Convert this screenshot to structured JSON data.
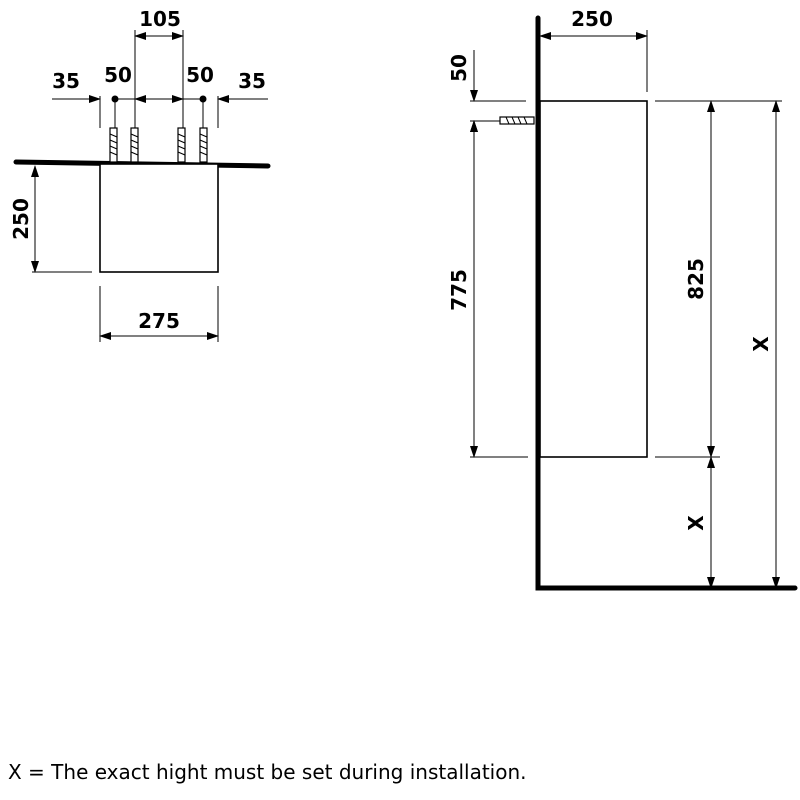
{
  "top_view": {
    "dim_105": "105",
    "dim_35_left": "35",
    "dim_50_left": "50",
    "dim_50_right": "50",
    "dim_35_right": "35",
    "dim_250_depth": "250",
    "dim_275_width": "275"
  },
  "side_view": {
    "dim_250_depth": "250",
    "dim_50_offset": "50",
    "dim_775": "775",
    "dim_825": "825",
    "dim_x_total": "X",
    "dim_x_floor": "X"
  },
  "footnote": "X = The exact hight must be set during installation."
}
